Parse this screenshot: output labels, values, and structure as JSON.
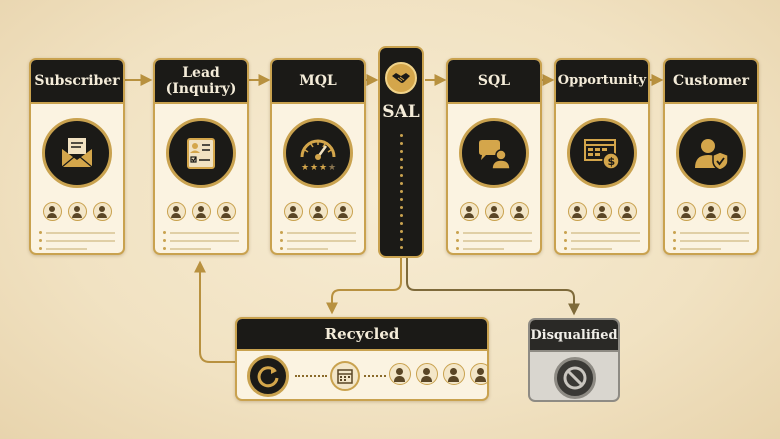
{
  "stages": [
    {
      "id": "subscriber",
      "label": "Subscriber",
      "icon": "envelope-icon"
    },
    {
      "id": "lead",
      "label": "Lead (Inquiry)",
      "icon": "form-checklist-icon"
    },
    {
      "id": "mql",
      "label": "MQL",
      "icon": "gauge-stars-icon"
    },
    {
      "id": "sql",
      "label": "SQL",
      "icon": "chat-person-icon"
    },
    {
      "id": "opportunity",
      "label": "Opportunity",
      "icon": "calendar-dollar-icon"
    },
    {
      "id": "customer",
      "label": "Customer",
      "icon": "person-shield-icon"
    }
  ],
  "sal": {
    "label": "SAL",
    "icon": "handshake-icon"
  },
  "recycled": {
    "label": "Recycled",
    "icon": "recycle-arrows-icon",
    "calendar_icon": "calendar-icon"
  },
  "disqualified": {
    "label": "Disqualified",
    "icon": "prohibited-icon"
  },
  "colors": {
    "gold": "#c9a24f",
    "dark": "#1b1a17",
    "parchment": "#fbf3e1",
    "gray": "#d9d6cf"
  }
}
